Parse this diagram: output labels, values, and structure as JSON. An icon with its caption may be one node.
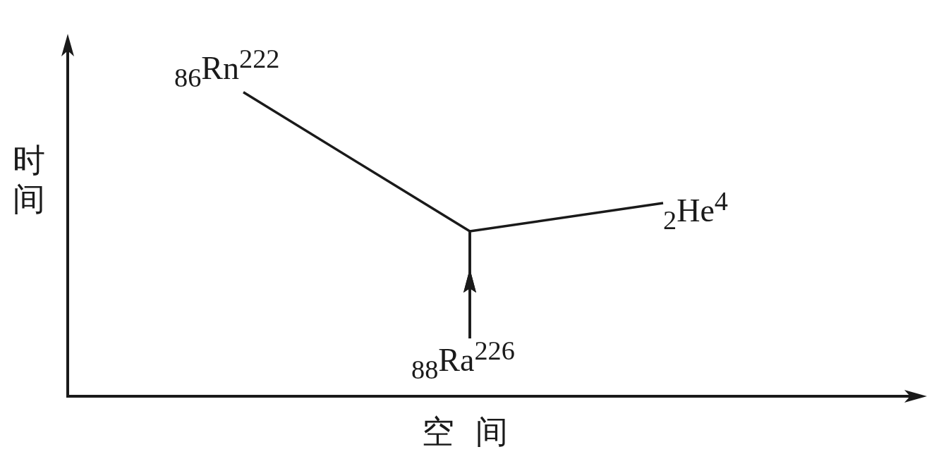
{
  "diagram": {
    "nodes": [
      {
        "text": [
          "$_{88}$Ra$^{226}$"
        ]
      },
      {
        "text": [
          "$_{86}$Rn$^{222}$"
        ]
      },
      {
        "text": [
          "$_{2}$He$^{4}$"
        ]
      }
    ],
    "edges": [
      {
        "from": 0,
        "to": 1,
        "arrow": "to"
      },
      {
        "from": 0,
        "to": 2,
        "arrow": "to"
      }
    ],
    "labels": [
      "时间",
      "空间"
    ]
  }
}
